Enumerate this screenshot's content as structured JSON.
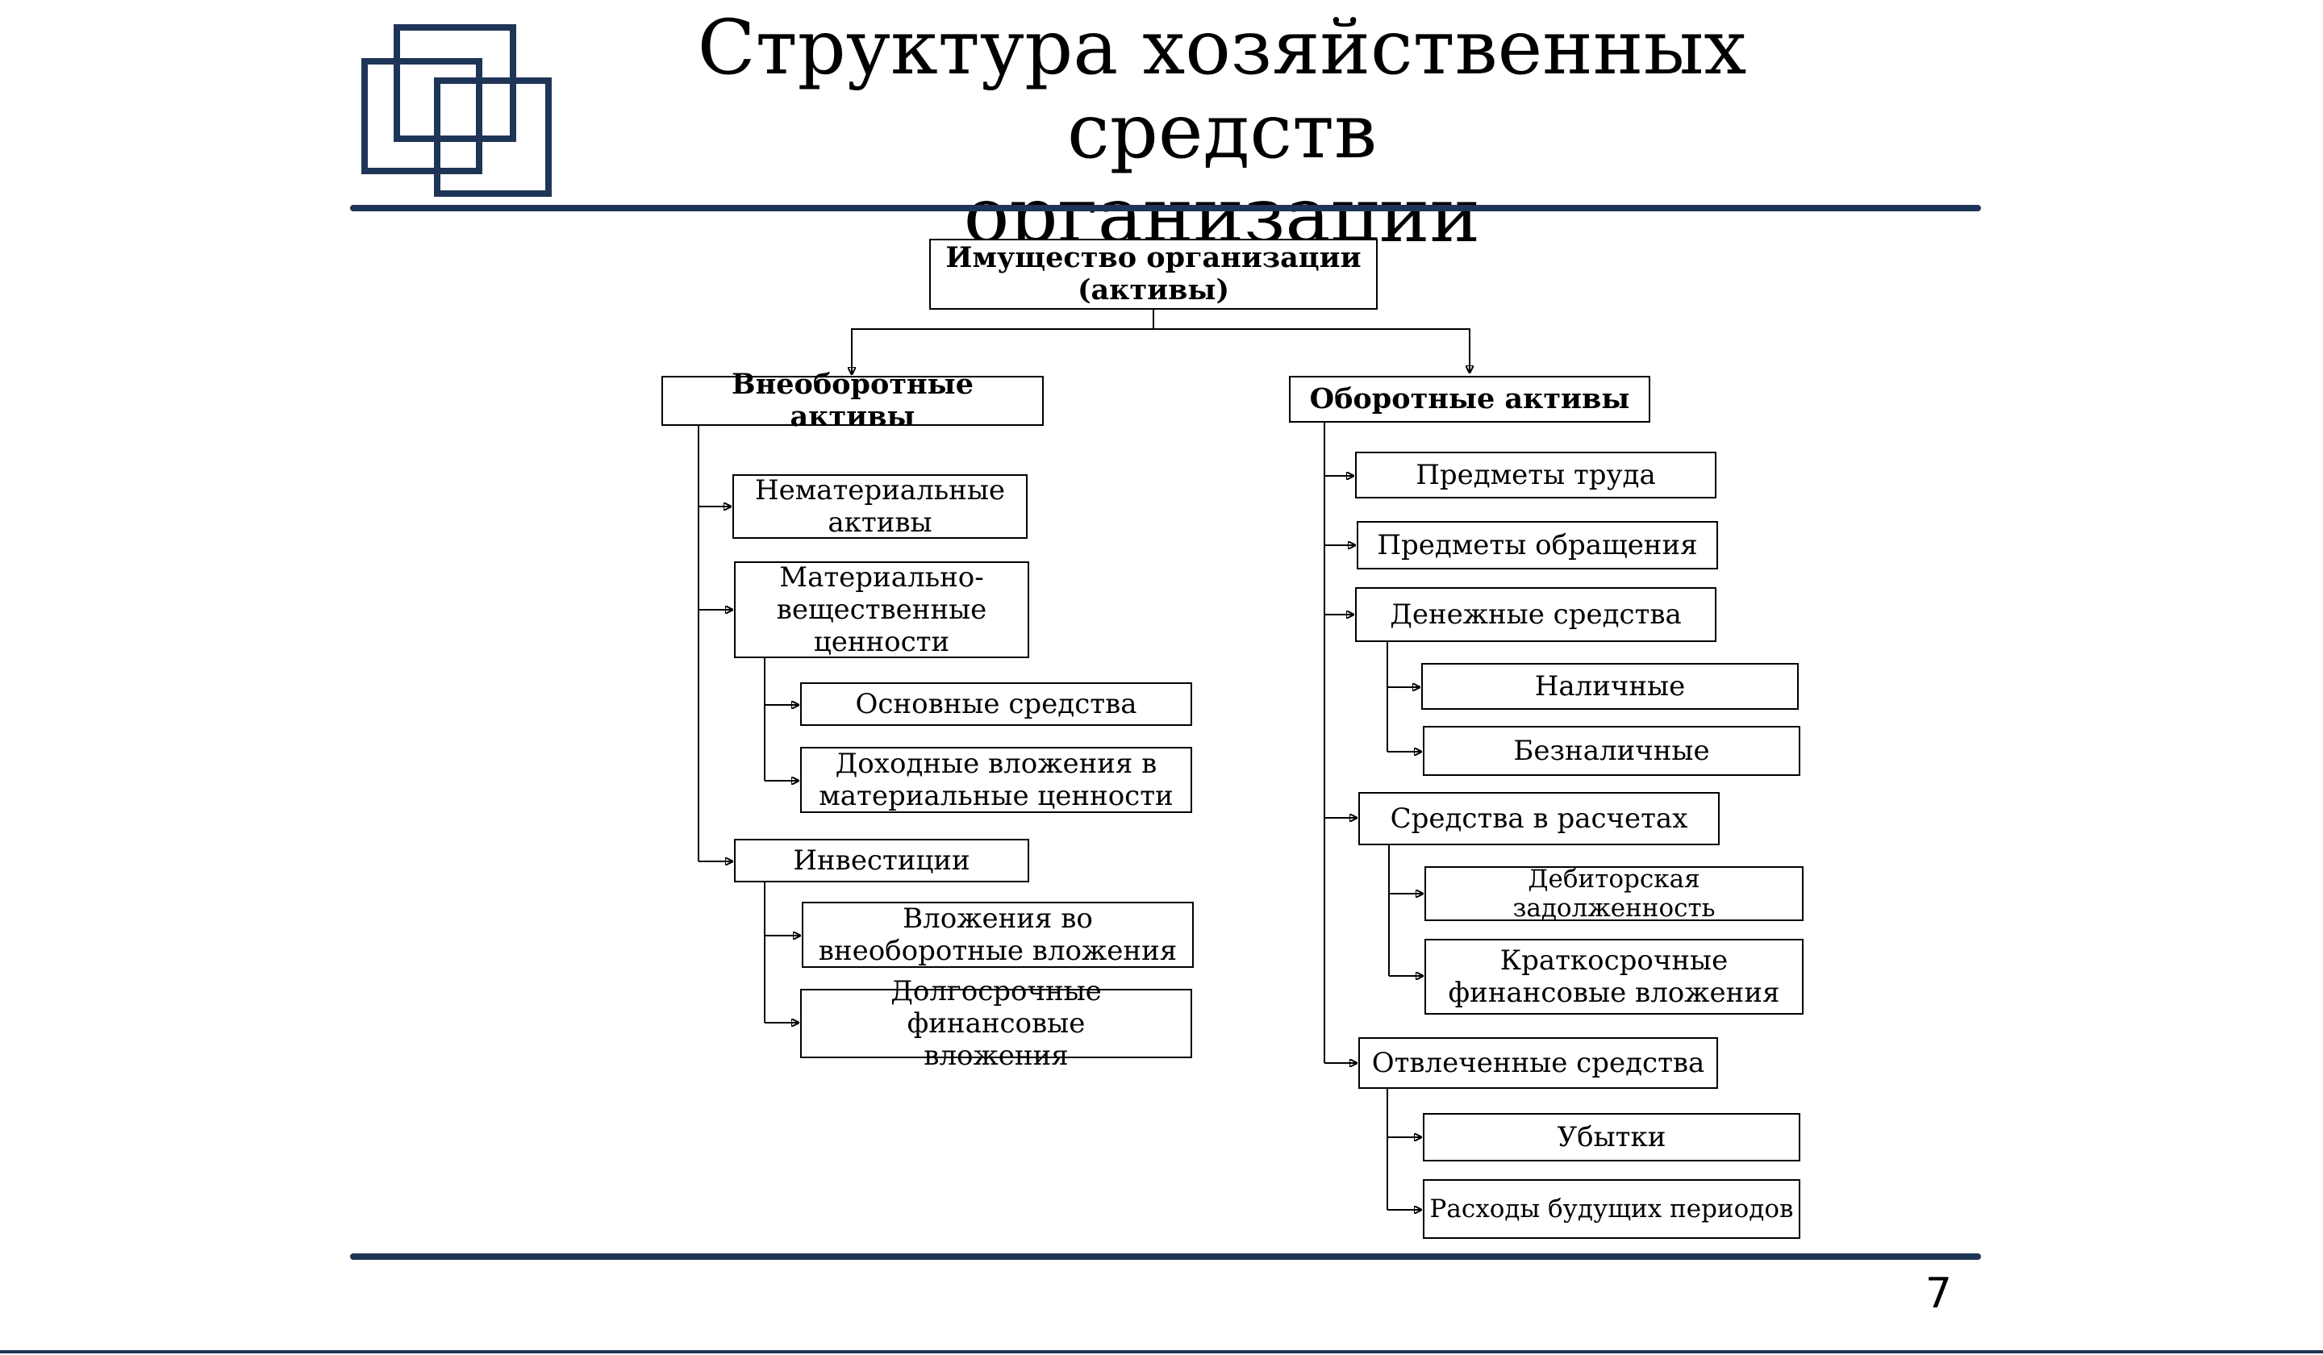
{
  "slide": {
    "title": "Структура хозяйственных средств\nорганизации",
    "page_number": "7"
  },
  "diagram": {
    "root": "Имущество организации\n(активы)",
    "noncurrent": {
      "label": "Внеоборотные активы",
      "intangible": "Нематериальные\nактивы",
      "material": "Материально-\nвещественные\nценности",
      "fixed_assets": "Основные средства",
      "income_investments": "Доходные вложения в\nматериальные ценности",
      "investments": "Инвестиции",
      "noncurrent_investments": "Вложения во\nвнеоборотные вложения",
      "longterm_financial": "Долгосрочные финансовые\nвложения"
    },
    "current": {
      "label": "Оборотные активы",
      "labor_items": "Предметы труда",
      "circulation_items": "Предметы обращения",
      "cash": "Денежные средства",
      "cash_on_hand": "Наличные",
      "non_cash": "Безналичные",
      "settlements": "Средства в расчетах",
      "receivables": "Дебиторская\nзадолженность",
      "shortterm_financial": "Краткосрочные\nфинансовые вложения",
      "diverted": "Отвлеченные средства",
      "losses": "Убытки",
      "deferred_expenses": "Расходы будущих периодов"
    }
  },
  "colors": {
    "accent": "#1f3557",
    "lines": "#000000"
  }
}
